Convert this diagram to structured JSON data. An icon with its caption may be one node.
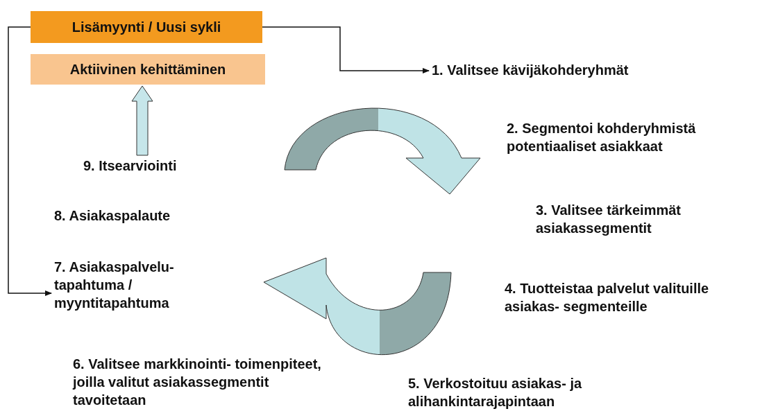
{
  "diagram": {
    "nodes": [
      {
        "text": [
          "Lisämyynti / Uusi sykli"
        ]
      },
      {
        "text": [
          "Aktiivinen kehittäminen"
        ]
      },
      {
        "text": [
          "1. Valitsee kävijäkohderyhmät"
        ]
      },
      {
        "text": [
          "7. Asiakaspalvelu- tapahtuma / myyntitapahtuma"
        ]
      },
      {
        "text": [
          "9. Itsearviointi"
        ]
      }
    ],
    "edges": [
      {
        "from": 0,
        "to": 2,
        "arrow": "to"
      },
      {
        "from": 0,
        "to": 3,
        "arrow": "to"
      },
      {
        "from": 4,
        "to": 1,
        "arrow": "to",
        "style": "thick",
        "color": "#c6e6ea"
      }
    ],
    "labels": [
      "2. Segmentoi kohderyhmistä potentiaaliset asiakkaat",
      "3. Valitsee tärkeimmät asiakassegmentit",
      "8. Asiakaspalaute",
      "4. Tuotteistaa palvelut valituille asiakas- segmenteille",
      "6. Valitsee markkinointi- toimenpiteet, joilla valitut asiakassegmentit tavoitetaan",
      "5. Verkostoituu asiakas- ja alihankintarajapintaan"
    ]
  }
}
